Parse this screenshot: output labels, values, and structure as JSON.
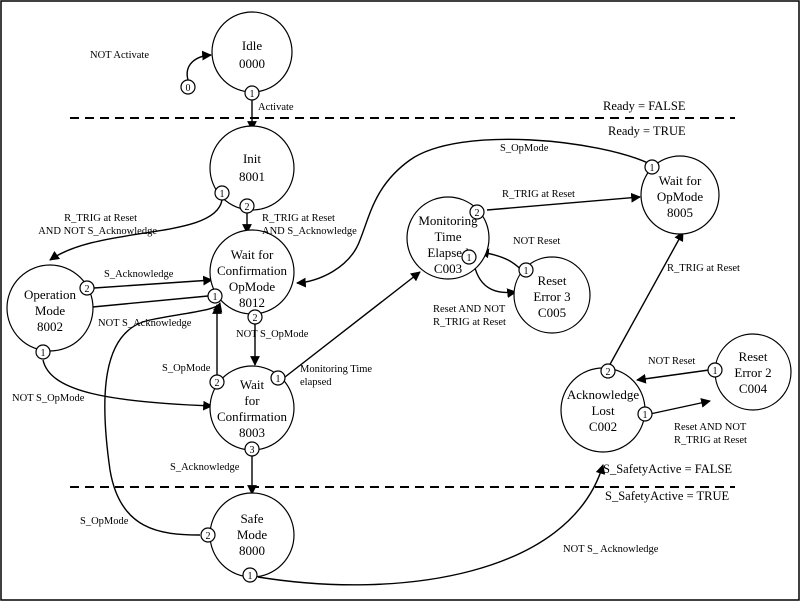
{
  "states": {
    "idle": [
      "Idle",
      "0000"
    ],
    "init": [
      "Init",
      "8001"
    ],
    "wait_opmode_8012": [
      "Wait for",
      "Confirmation",
      "OpMode",
      "8012"
    ],
    "operation_mode": [
      "Operation",
      "Mode",
      "8002"
    ],
    "wait_confirmation_8003": [
      "Wait",
      "for",
      "Confirmation",
      "8003"
    ],
    "safe_mode": [
      "Safe",
      "Mode",
      "8000"
    ],
    "monitoring_elapsed": [
      "Monitoring",
      "Time",
      "Elapsed",
      "C003"
    ],
    "reset_error3": [
      "Reset",
      "Error 3",
      "C005"
    ],
    "wait_opmode_8005": [
      "Wait for",
      "OpMode",
      "8005"
    ],
    "ack_lost": [
      "Acknowledge",
      "Lost",
      "C002"
    ],
    "reset_error2": [
      "Reset",
      "Error 2",
      "C004"
    ]
  },
  "transitions": {
    "not_activate": "NOT Activate",
    "activate": "Activate",
    "rtrig_not_ack": [
      "R_TRIG at Reset",
      "AND NOT S_Acknowledge"
    ],
    "rtrig_ack": [
      "R_TRIG at Reset",
      "AND S_Acknowledge"
    ],
    "s_acknowledge_1": "S_Acknowledge",
    "not_s_acknowledge": "NOT S_Acknowledge",
    "not_s_opmode_1": "NOT S_OpMode",
    "s_opmode_1": "S_OpMode",
    "not_s_opmode_2": "NOT S_OpMode",
    "monitoring_time_elapsed": [
      "Monitoring Time",
      "elapsed"
    ],
    "s_acknowledge_2": "S_Acknowledge",
    "s_opmode_2": "S_OpMode",
    "s_opmode_top": "S_OpMode",
    "rtrig_at_reset_1": "R_TRIG at Reset",
    "not_reset_1": "NOT Reset",
    "reset_and_not_rtrig_1": [
      "Reset AND NOT",
      "R_TRIG at Reset"
    ],
    "rtrig_at_reset_2": "R_TRIG at Reset",
    "not_reset_2": "NOT Reset",
    "reset_and_not_rtrig_2": [
      "Reset AND NOT",
      "R_TRIG at Reset"
    ],
    "not_s_acknowledge_bottom": "NOT S_ Acknowledge"
  },
  "boundaries": {
    "ready_false": "Ready = FALSE",
    "ready_true": "Ready = TRUE",
    "safety_false": "S_SafetyActive = FALSE",
    "safety_true": "S_SafetyActive = TRUE"
  },
  "ports": {
    "idle_in": "0",
    "idle_out": "1",
    "init_1": "1",
    "init_2": "2",
    "opmode_8012_1": "1",
    "opmode_8012_2": "2",
    "opmode_8002_1": "1",
    "opmode_8002_2": "2",
    "confirm_8003_1": "1",
    "confirm_8003_2": "2",
    "confirm_8003_3": "3",
    "safe_1": "1",
    "safe_2": "2",
    "monitoring_1": "1",
    "monitoring_2": "2",
    "reset3_1": "1",
    "wait_8005_1": "1",
    "ack_1": "1",
    "ack_2": "2",
    "reset2_1": "1"
  }
}
